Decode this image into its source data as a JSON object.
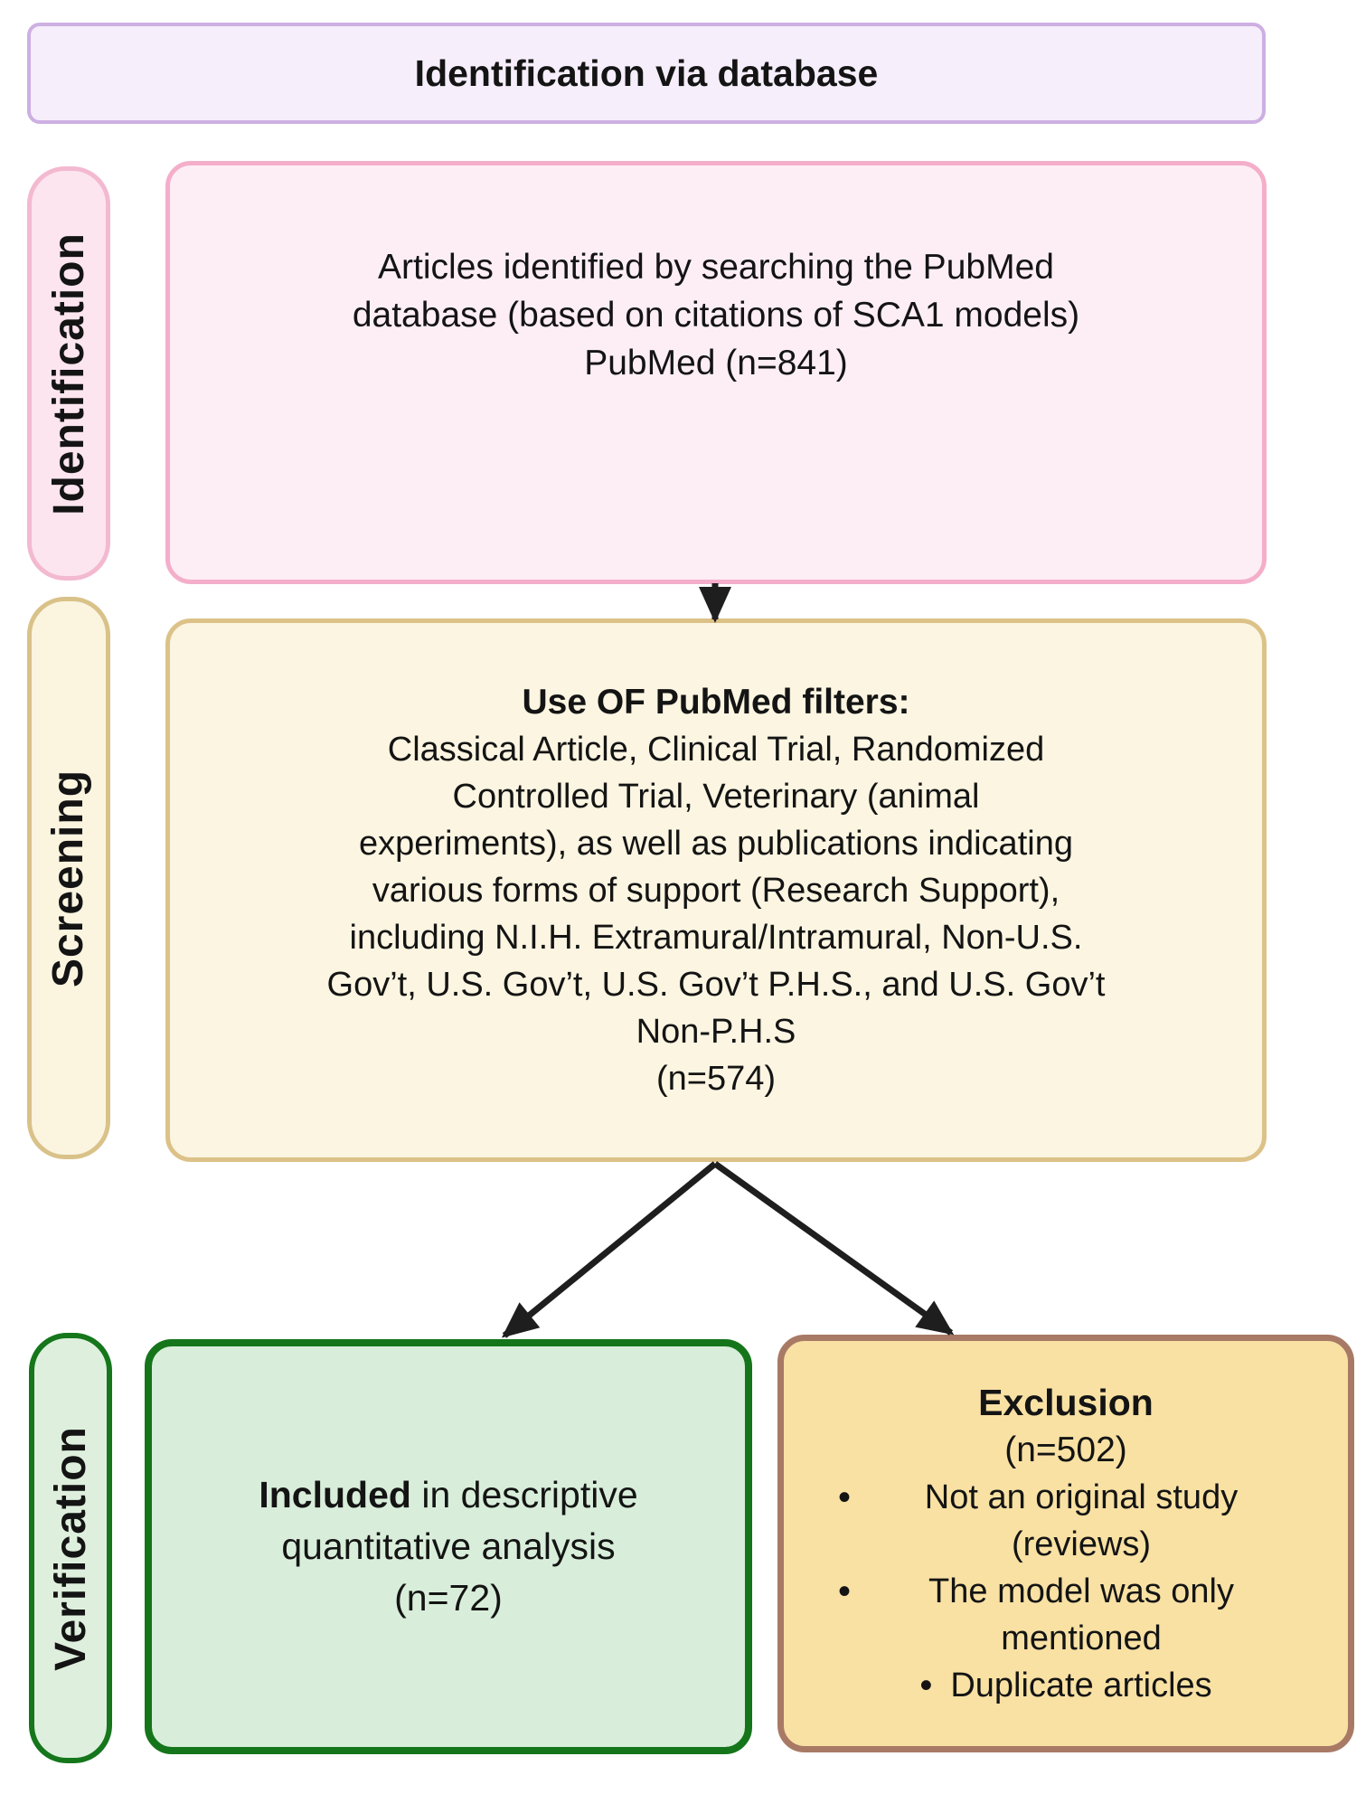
{
  "header": {
    "title": "Identification via database"
  },
  "stages": {
    "identification": "Identification",
    "screening": "Screening",
    "verification": "Verification"
  },
  "identified_box": {
    "line1": "Articles identified by searching the PubMed",
    "line2": "database (based on citations of SCA1 models)",
    "line3": "PubMed (n=841)"
  },
  "filters_box": {
    "title": "Use OF PubMed filters:",
    "line1": "Classical Article, Clinical Trial, Randomized",
    "line2": "Controlled Trial, Veterinary (animal",
    "line3": "experiments), as well as publications indicating",
    "line4": "various forms of support (Research Support),",
    "line5": "including N.I.H. Extramural/Intramural, Non-U.S.",
    "line6": "Gov’t, U.S. Gov’t, U.S. Gov’t P.H.S., and U.S. Gov’t",
    "line7": "Non-P.H.S",
    "count": "(n=574)"
  },
  "included_box": {
    "bold_text": "Included",
    "after_bold": " in descriptive",
    "line2": "quantitative analysis",
    "count": "(n=72)"
  },
  "exclusion_box": {
    "title": "Exclusion",
    "count": "(n=502)",
    "bullet_glyph": "•",
    "bullets": [
      "Not an original study (reviews)",
      "The model was only mentioned",
      "Duplicate articles"
    ]
  },
  "colors": {
    "header_bg": "#f6eefb",
    "header_border": "#cdafe2",
    "identification_bg": "#fdeef6",
    "identification_border": "#f4aeca",
    "screening_bg": "#fbf5e1",
    "screening_border": "#dcc288",
    "included_bg": "#d8eeda",
    "included_border": "#15751a",
    "exclusion_bg": "#f8e1a3",
    "exclusion_border": "#a87a65",
    "arrow": "#1e1e1e",
    "text": "#141414"
  }
}
